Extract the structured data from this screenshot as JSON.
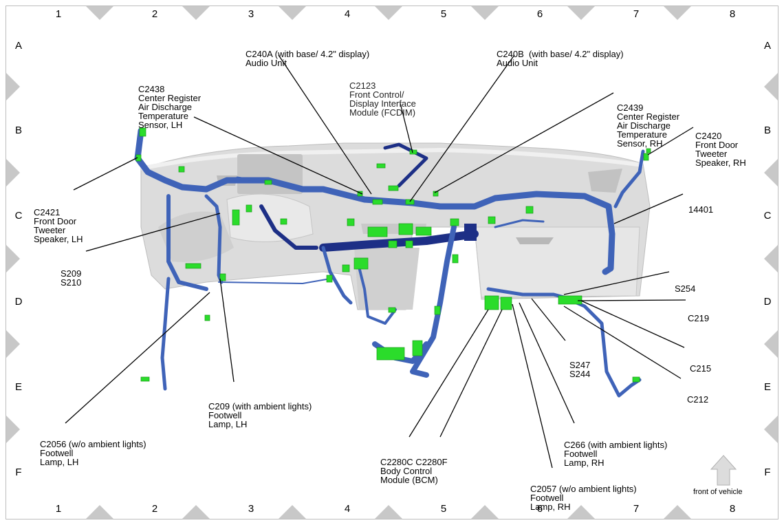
{
  "grid": {
    "columns": [
      "1",
      "2",
      "3",
      "4",
      "5",
      "6",
      "7",
      "8"
    ],
    "rows": [
      "A",
      "B",
      "C",
      "D",
      "E",
      "F"
    ]
  },
  "labels": {
    "c240a": {
      "line1": "C240A (with base/ 4.2\" display)",
      "line2": "Audio Unit"
    },
    "c240b": {
      "line1": "C240B  (with base/ 4.2\" display)",
      "line2": "Audio Unit"
    },
    "c2123": {
      "line1": "C2123",
      "line2": "Front Control/",
      "line3": "Display Interface",
      "line4": "Module (FCDIM)"
    },
    "c2438": {
      "line1": "C2438",
      "line2": "Center Register",
      "line3": "Air Discharge",
      "line4": "Temperature",
      "line5": "Sensor, LH"
    },
    "c2439": {
      "line1": "C2439",
      "line2": "Center Register",
      "line3": "Air Discharge",
      "line4": "Temperature",
      "line5": "Sensor, RH"
    },
    "c2420": {
      "line1": "C2420",
      "line2": "Front Door",
      "line3": "Tweeter",
      "line4": "Speaker, RH"
    },
    "c2421": {
      "line1": "C2421",
      "line2": "Front Door",
      "line3": "Tweeter",
      "line4": "Speaker, LH"
    },
    "n14401": {
      "line1": "14401"
    },
    "s209": {
      "line1": "S209",
      "line2": "S210"
    },
    "s254": {
      "line1": "S254"
    },
    "c219": {
      "line1": "C219"
    },
    "s247": {
      "line1": "S247",
      "line2": "S244"
    },
    "c215": {
      "line1": "C215"
    },
    "c212": {
      "line1": "C212"
    },
    "c209": {
      "line1": "C209 (with ambient lights)",
      "line2": "Footwell",
      "line3": "Lamp, LH"
    },
    "c2056": {
      "line1": "C2056 (w/o ambient lights)",
      "line2": "Footwell",
      "line3": "Lamp, LH"
    },
    "c2280": {
      "line1": "C2280C C2280F",
      "line2": "Body Control",
      "line3": "Module (BCM)"
    },
    "c266": {
      "line1": "C266 (with ambient lights)",
      "line2": "Footwell",
      "line3": "Lamp, RH"
    },
    "c2057": {
      "line1": "C2057 (w/o ambient lights)",
      "line2": "Footwell",
      "line3": "Lamp, RH"
    }
  },
  "front_of_vehicle": "front of vehicle",
  "colors": {
    "harness": "#3f63b8",
    "harness_dark": "#1d2f86",
    "connector": "#2bdc2b",
    "panel": "#d8d8d8",
    "grid_marker": "#c8c8c8"
  }
}
